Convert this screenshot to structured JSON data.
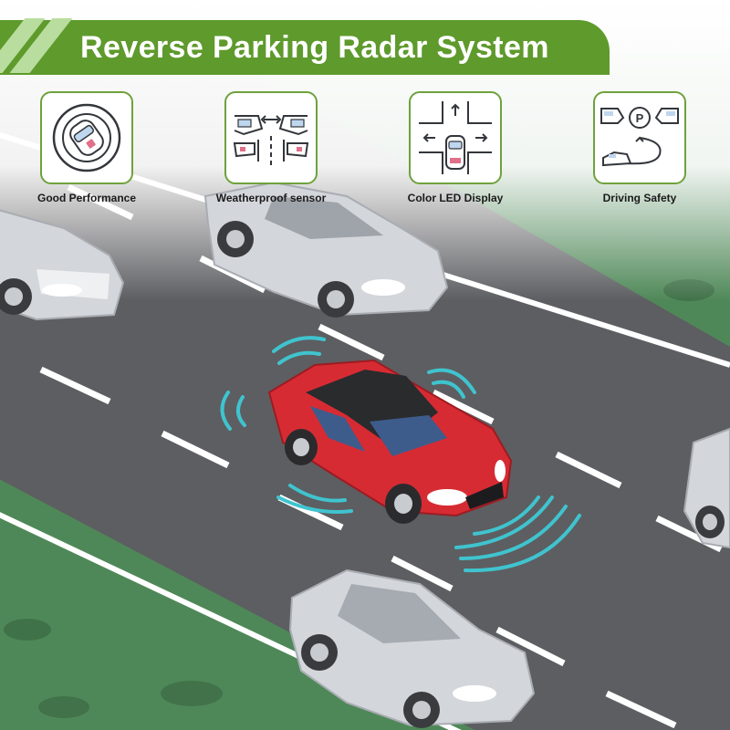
{
  "banner": {
    "title": "Reverse Parking Radar System",
    "color": "#5e9a2c",
    "stripe_color": "#b9dd9e"
  },
  "features": [
    {
      "label": "Good Performance",
      "icon": "car-in-circle-icon"
    },
    {
      "label": "Weatherproof sensor",
      "icon": "side-mirrors-icon"
    },
    {
      "label": "Color LED Display",
      "icon": "intersection-icon"
    },
    {
      "label": "Driving Safety",
      "icon": "parking-route-icon"
    }
  ],
  "colors": {
    "road": "#5f6062",
    "grass": "#4d8556",
    "red_car": "#d72b33",
    "radar_waves": "#3fc4cf",
    "gray_car": "#d2d5da"
  }
}
